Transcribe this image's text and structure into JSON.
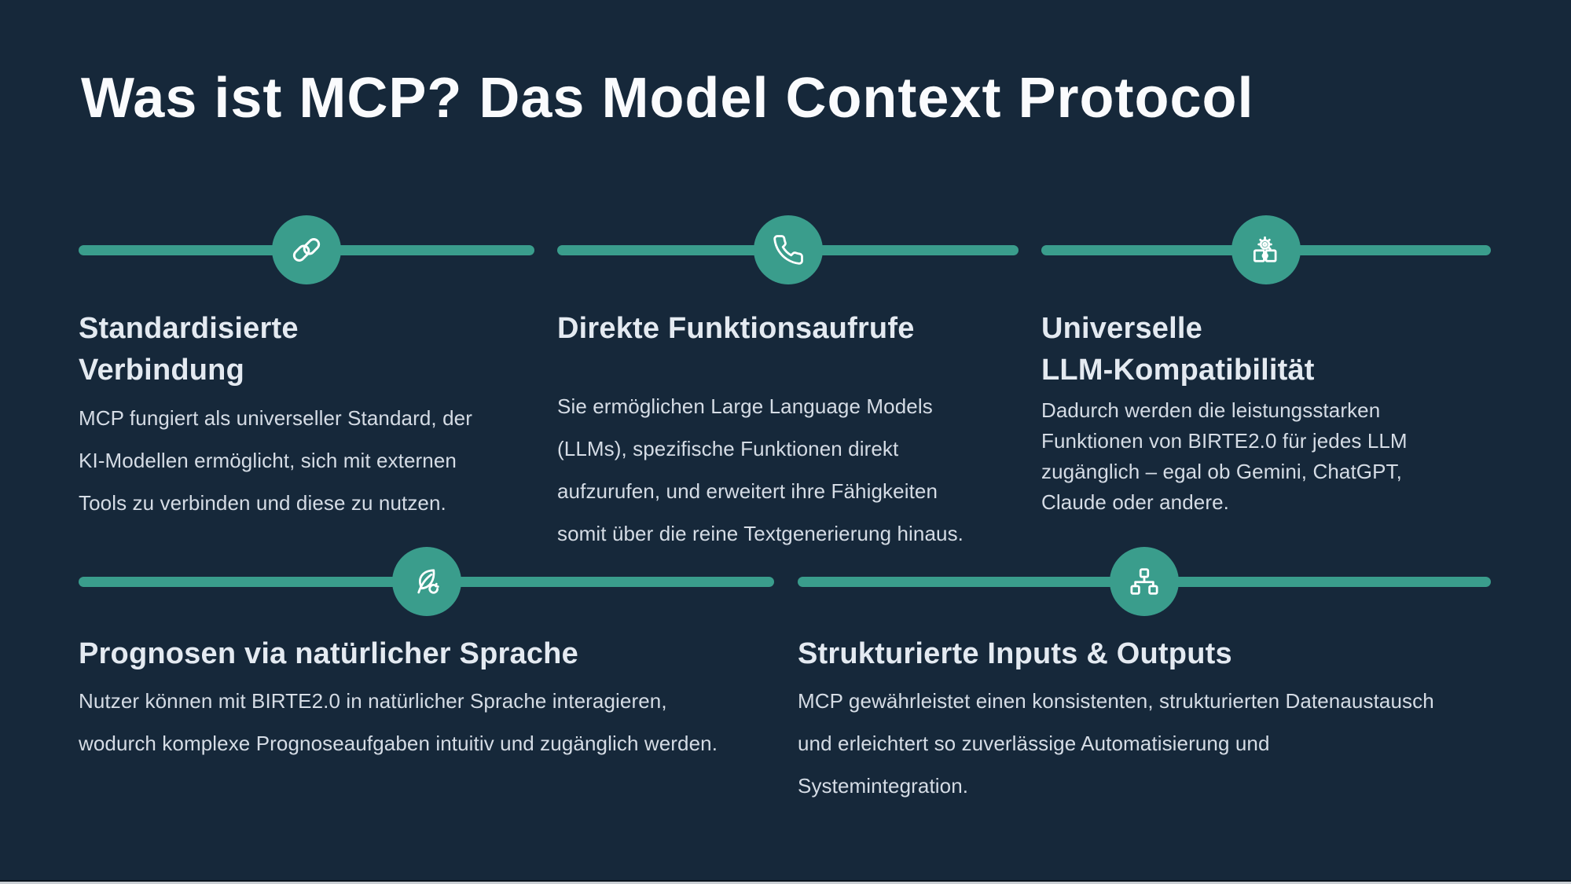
{
  "slide": {
    "title": "Was ist MCP? Das Model Context Protocol",
    "colors": {
      "background": "#16283A",
      "accent_teal": "#3A9D8C",
      "title_text": "#FAFBFD",
      "heading_text": "#E4EAF1",
      "body_text": "#D5DCE5"
    },
    "cards": [
      {
        "icon": "link-icon",
        "heading": "Standardisierte Verbindung",
        "heading_lines": [
          "Standardisierte",
          "Verbindung"
        ],
        "body": "MCP fungiert als universeller Standard, der KI-Modellen ermöglicht, sich mit externen Tools zu verbinden und diese zu nutzen.",
        "body_lines": [
          "MCP fungiert als universeller Standard, der",
          "KI-Modellen ermöglicht, sich mit externen",
          "Tools zu verbinden und diese zu nutzen."
        ]
      },
      {
        "icon": "phone-icon",
        "heading": "Direkte Funktionsaufrufe",
        "heading_lines": [
          "Direkte Funktionsaufrufe"
        ],
        "body": "Sie ermöglichen Large Language Models (LLMs), spezifische Funktionen direkt aufzurufen, und erweitert ihre Fähigkeiten somit über die reine Textgenerierung hinaus.",
        "body_lines": [
          "Sie ermöglichen Large Language Models",
          "(LLMs), spezifische Funktionen direkt",
          "aufzurufen, und erweitert ihre Fähigkeiten",
          "somit über die reine Textgenerierung hinaus."
        ]
      },
      {
        "icon": "puzzle-gear-icon",
        "heading": "Universelle LLM-Kompatibilität",
        "heading_lines": [
          "Universelle",
          "LLM-Kompatibilität"
        ],
        "body": "Dadurch werden die leistungsstarken Funktionen von BIRTE2.0 für jedes LLM zugänglich – egal ob Gemini, ChatGPT, Claude oder andere.",
        "body_lines": [
          "Dadurch werden die leistungsstarken",
          "Funktionen von BIRTE2.0 für jedes LLM",
          "zugänglich – egal ob Gemini, ChatGPT,",
          "Claude oder andere."
        ]
      },
      {
        "icon": "leaf-recycle-icon",
        "heading": "Prognosen via natürlicher Sprache",
        "heading_lines": [
          "Prognosen via natürlicher Sprache"
        ],
        "body": "Nutzer können mit BIRTE2.0 in natürlicher Sprache interagieren, wodurch komplexe Prognoseaufgaben intuitiv und zugänglich werden.",
        "body_lines": [
          "Nutzer können mit BIRTE2.0 in natürlicher Sprache interagieren,",
          "wodurch komplexe Prognoseaufgaben intuitiv und zugänglich werden."
        ]
      },
      {
        "icon": "sitemap-icon",
        "heading": "Strukturierte Inputs & Outputs",
        "heading_lines": [
          "Strukturierte Inputs & Outputs"
        ],
        "body": "MCP gewährleistet einen konsistenten, strukturierten Datenaustausch und erleichtert so zuverlässige Automatisierung und Systemintegration.",
        "body_lines": [
          "MCP gewährleistet einen konsistenten, strukturierten Datenaustausch",
          "und erleichtert so zuverlässige Automatisierung und",
          "Systemintegration."
        ]
      }
    ]
  }
}
